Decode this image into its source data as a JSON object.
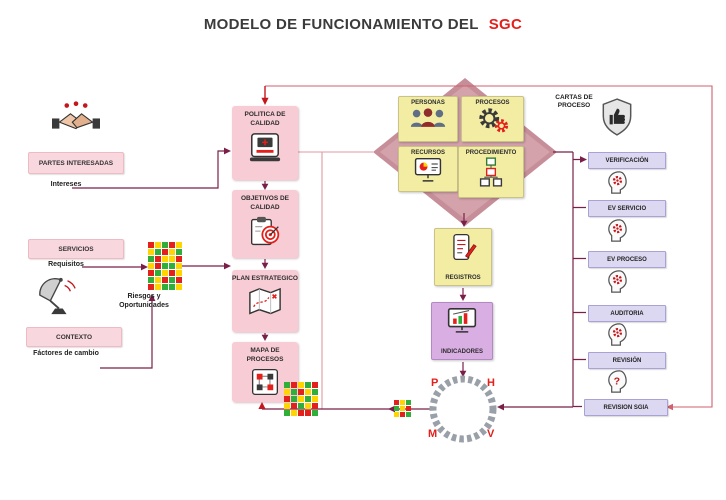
{
  "title": {
    "text": "MODELO DE FUNCIONAMIENTO DEL",
    "highlight": "SGC"
  },
  "left": {
    "partes_interesadas": "PARTES INTERESADAS",
    "intereses": "Intereses",
    "servicios": "SERVICIOS",
    "requisitos": "Requisitos",
    "contexto": "CONTEXTO",
    "factores": "Fáctores de cambio",
    "riesgos": "Riesgos y Oportunidades"
  },
  "middle": {
    "boxes": [
      {
        "label": "POLITICA DE CALIDAD"
      },
      {
        "label": "OBJETIVOS DE CALIDAD"
      },
      {
        "label": "PLAN ESTRATEGICO"
      },
      {
        "label": "MAPA DE PROCESOS"
      }
    ]
  },
  "diamond": {
    "cells": [
      {
        "label": "PERSONAS"
      },
      {
        "label": "PROCESOS"
      },
      {
        "label": "RECURSOS"
      },
      {
        "label": "PROCEDIMIENTO"
      }
    ]
  },
  "flow": {
    "registros": "REGISTROS",
    "indicadores": "INDICADORES"
  },
  "cycle": {
    "p": "P",
    "h": "H",
    "v": "V",
    "m": "M"
  },
  "right": {
    "cartas": "CARTAS DE PROCESO",
    "items": [
      {
        "label": "VERIFICACIÓN"
      },
      {
        "label": "EV SERVICIO"
      },
      {
        "label": "EV PROCESO"
      },
      {
        "label": "AUDITORIA"
      },
      {
        "label": "REVISIÓN"
      },
      {
        "label": "REVISION SGIA"
      }
    ]
  },
  "colors": {
    "accent_red": "#e3201b",
    "maroon": "#7a2048",
    "pink_box": "#f7ccd5",
    "yellow_box": "#f3eda4",
    "purple_box": "#d9aee3",
    "lavender_box": "#dcd8f1"
  }
}
